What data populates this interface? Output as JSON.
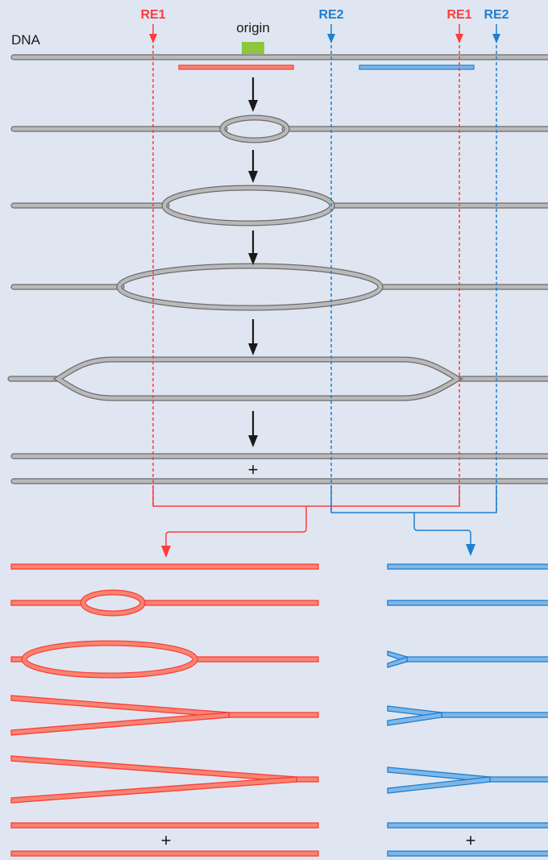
{
  "labels": {
    "dna": "DNA",
    "origin": "origin",
    "re1": "RE1",
    "re2": "RE2",
    "plus": "+"
  },
  "colors": {
    "background": "#dfe6f1",
    "dna_gray": "#b9b9b9",
    "dna_outline": "#6b6b6b",
    "red": "#ff3b3b",
    "red_fill": "#f5856f",
    "blue": "#1f7fd0",
    "blue_fill": "#7fb6e6",
    "origin_green": "#8ec63f",
    "arrow": "#1a1a1a"
  }
}
